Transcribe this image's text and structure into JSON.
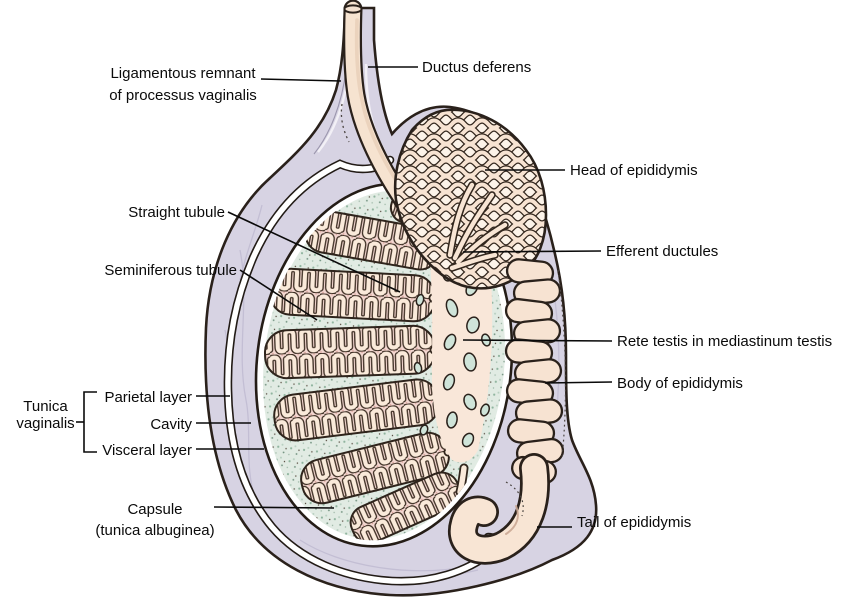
{
  "diagram": {
    "subject": "Testis and epididymis, sagittal section with tunica vaginalis",
    "labels": {
      "ductus_deferens": "Ductus deferens",
      "ligamentous_line1": "Ligamentous remnant",
      "ligamentous_line2": "of processus vaginalis",
      "head_of_epididymis": "Head of epididymis",
      "efferent_ductules": "Efferent ductules",
      "straight_tubule": "Straight tubule",
      "seminiferous_tubule": "Seminiferous tubule",
      "rete_testis": "Rete testis in mediastinum testis",
      "body_of_epididymis": "Body of epididymis",
      "tunica_line1": "Tunica",
      "tunica_line2": "vaginalis",
      "parietal_layer": "Parietal layer",
      "cavity": "Cavity",
      "visceral_layer": "Visceral layer",
      "capsule_line1": "Capsule",
      "capsule_line2": "(tunica albuginea)",
      "tail_of_epididymis": "Tail of epididymis"
    },
    "colors": {
      "outline": "#2a211b",
      "sac_lavender": "#d7d3e3",
      "parietal_band_white": "#ffffff",
      "capsule_teal": "#e1ebe3",
      "capsule_speckle": "#8fb49e",
      "lobule_pink": "#f3d7d0",
      "tubule_cream": "#faeada",
      "epididymis_cream": "#f7e3d2",
      "leader_line": "#0a0a0a",
      "label_text": "#0a0a0a"
    }
  }
}
